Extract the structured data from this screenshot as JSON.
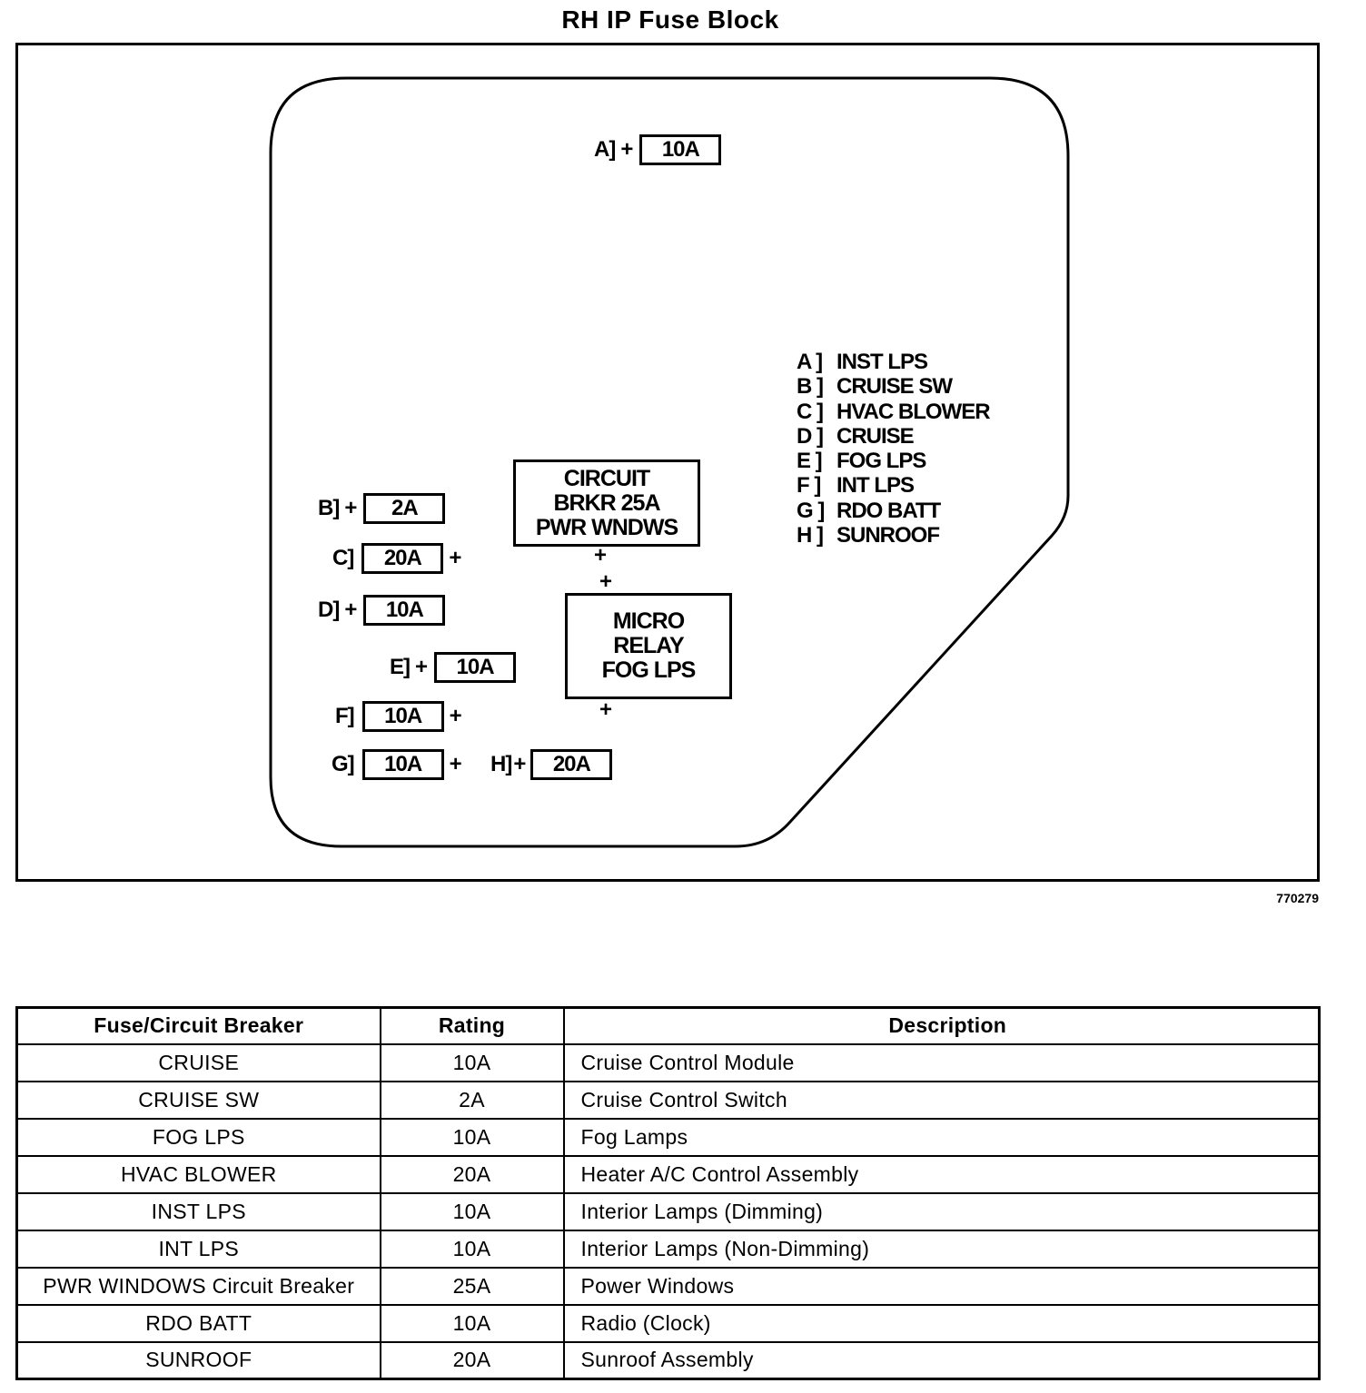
{
  "title": "RH IP Fuse Block",
  "figure_number": "770279",
  "diagram": {
    "fuses": {
      "A": {
        "label": "A]",
        "plus": "+",
        "rating": "10A"
      },
      "B": {
        "label": "B]",
        "plus": "+",
        "rating": "2A"
      },
      "C": {
        "label": "C]",
        "plus": "+",
        "rating": "20A"
      },
      "D": {
        "label": "D]",
        "plus": "+",
        "rating": "10A"
      },
      "E": {
        "label": "E]",
        "plus": "+",
        "rating": "10A"
      },
      "F": {
        "label": "F]",
        "plus": "+",
        "rating": "10A"
      },
      "G": {
        "label": "G]",
        "plus": "+",
        "rating": "10A"
      },
      "H": {
        "label": "H]",
        "plus": "+",
        "rating": "20A"
      }
    },
    "circuit_breaker": {
      "lines": [
        "CIRCUIT",
        "BRKR 25A",
        "PWR WNDWS"
      ],
      "plus": "+"
    },
    "micro_relay": {
      "lines": [
        "MICRO",
        "RELAY",
        "FOG LPS"
      ],
      "plus_top": "+",
      "plus_bottom": "+"
    },
    "legend": [
      {
        "key": "A ]",
        "value": "INST LPS"
      },
      {
        "key": "B ]",
        "value": "CRUISE SW"
      },
      {
        "key": "C ]",
        "value": "HVAC BLOWER"
      },
      {
        "key": "D ]",
        "value": "CRUISE"
      },
      {
        "key": "E ]",
        "value": "FOG LPS"
      },
      {
        "key": "F ]",
        "value": "INT LPS"
      },
      {
        "key": "G ]",
        "value": "RDO BATT"
      },
      {
        "key": "H ]",
        "value": "SUNROOF"
      }
    ]
  },
  "table": {
    "headers": [
      "Fuse/Circuit Breaker",
      "Rating",
      "Description"
    ],
    "rows": [
      [
        "CRUISE",
        "10A",
        "Cruise Control Module"
      ],
      [
        "CRUISE SW",
        "2A",
        "Cruise Control Switch"
      ],
      [
        "FOG LPS",
        "10A",
        "Fog Lamps"
      ],
      [
        "HVAC BLOWER",
        "20A",
        "Heater A/C Control Assembly"
      ],
      [
        "INST LPS",
        "10A",
        "Interior Lamps (Dimming)"
      ],
      [
        "INT LPS",
        "10A",
        "Interior Lamps (Non-Dimming)"
      ],
      [
        "PWR WINDOWS Circuit Breaker",
        "25A",
        "Power Windows"
      ],
      [
        "RDO BATT",
        "10A",
        "Radio (Clock)"
      ],
      [
        "SUNROOF",
        "20A",
        "Sunroof Assembly"
      ]
    ]
  }
}
